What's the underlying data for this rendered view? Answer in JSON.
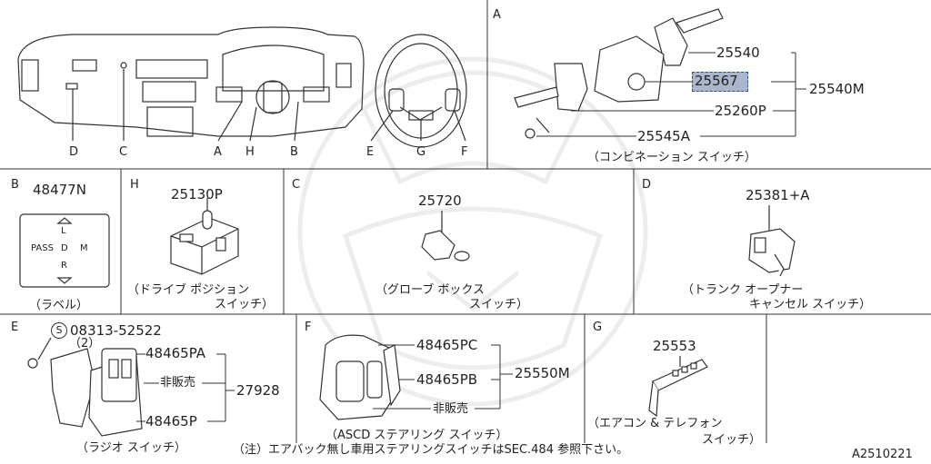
{
  "sections": {
    "overview": {
      "letters": [
        "D",
        "C",
        "A",
        "H",
        "B",
        "E",
        "G",
        "F"
      ]
    },
    "A": {
      "letter": "A",
      "parts": [
        "25540",
        "25567",
        "25540M",
        "25260P",
        "25545A"
      ],
      "caption": "（コンビネーション スイッチ）",
      "highlighted_part": "25567"
    },
    "B": {
      "letter": "B",
      "part": "48477N",
      "caption": "（ラベル）",
      "label_texts": {
        "pass": "PASS",
        "d": "D",
        "m": "M",
        "l": "L",
        "r": "R"
      }
    },
    "H": {
      "letter": "H",
      "part": "25130P",
      "caption_line1": "（ドライブ ポジション",
      "caption_line2": "スイッチ）"
    },
    "C": {
      "letter": "C",
      "part": "25720",
      "caption_line1": "（グローブ ボックス",
      "caption_line2": "スイッチ）"
    },
    "D": {
      "letter": "D",
      "part": "25381+A",
      "caption_line1": "（トランク オープナー",
      "caption_line2": "キャンセル スイッチ）"
    },
    "E": {
      "letter": "E",
      "screw": "08313-52522",
      "qty": "（2）",
      "parts": [
        "48465PA",
        "非販売",
        "27928",
        "48465P"
      ],
      "caption": "（ラジオ スイッチ）"
    },
    "F": {
      "letter": "F",
      "parts": [
        "48465PC",
        "48465PB",
        "25550M",
        "非販売"
      ],
      "caption": "（ASCD ステアリング スイッチ）"
    },
    "G": {
      "letter": "G",
      "part": "25553",
      "caption_line1": "（エアコン & テレフォン",
      "caption_line2": "スイッチ）"
    }
  },
  "footnote": "（注）エアバック無し車用ステアリングスイッチはSEC.484 参照下さい。",
  "diagram_id": "A2510221"
}
